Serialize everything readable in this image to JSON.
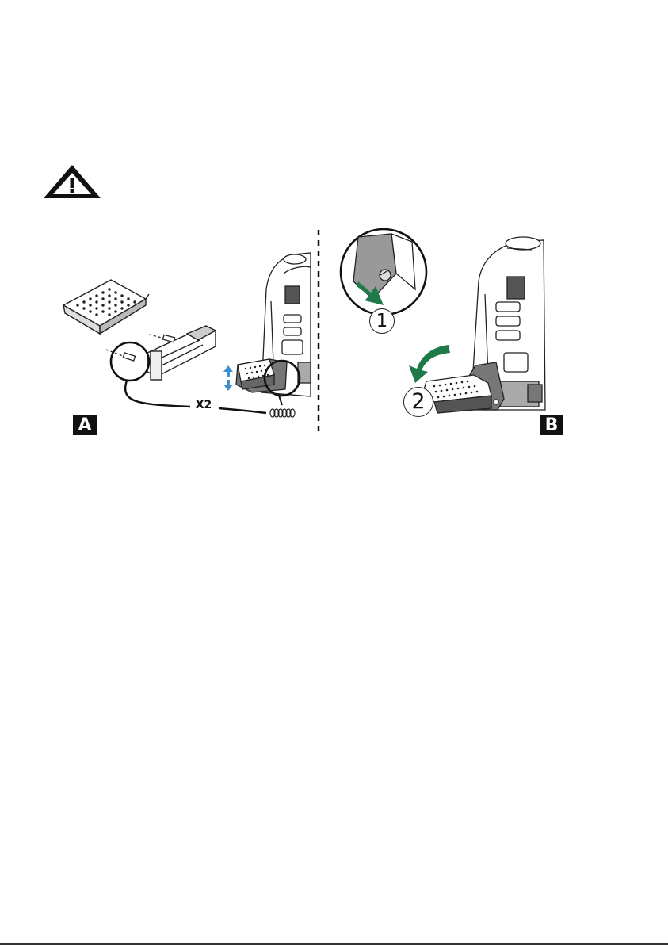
{
  "warning": {
    "icon": "warning-triangle-icon"
  },
  "figure": {
    "panel_a": {
      "label": "A",
      "multiplier": "X2"
    },
    "panel_b": {
      "label": "B",
      "step_1": "1",
      "step_2": "2"
    },
    "colors": {
      "arrow_green": "#1f7a4a",
      "arrow_blue": "#3d8fd0",
      "ink": "#222222",
      "shade": "#8a8a8a"
    }
  }
}
